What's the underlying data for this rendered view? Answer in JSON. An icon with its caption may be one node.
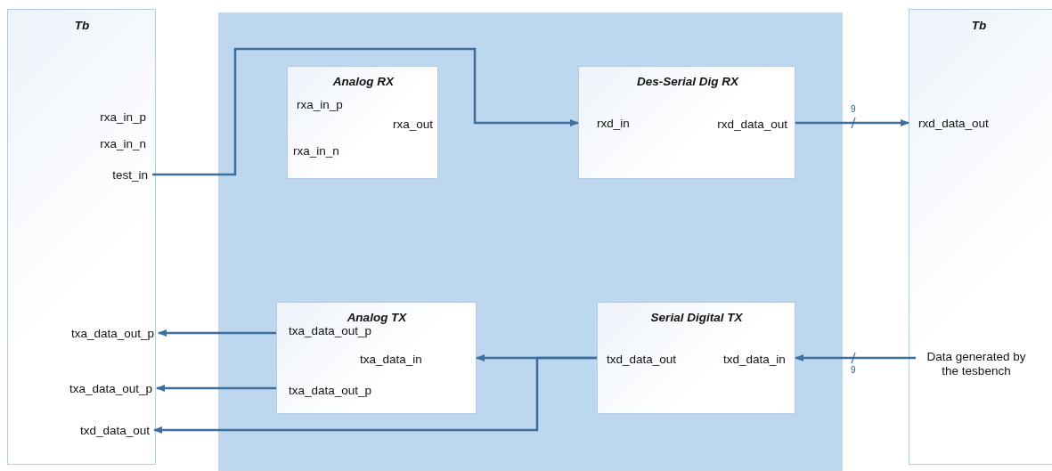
{
  "diagram": {
    "nodes": [
      {
        "text": [
          "Tb",
          "rxa_in_p",
          "rxa_in_n"
        ]
      },
      {
        "text": [
          "test_in"
        ],
        "in": 0
      },
      {
        "text": [
          "txa_data_out_p"
        ],
        "in": 0
      },
      {
        "text": [
          "txa_data_out_p"
        ],
        "in": 0
      },
      {
        "text": [
          "txd_data_out"
        ],
        "in": 0
      },
      {
        "text": [],
        "shape": "box"
      },
      {
        "text": [
          "Analog RX",
          "rxa_in_p",
          "rxa_out",
          "rxa_in_n"
        ],
        "in": 5
      },
      {
        "text": [
          "Des-Serial Dig RX",
          "rxd_in",
          "rxd_data_out"
        ],
        "in": 5
      },
      {
        "text": [
          "Analog TX",
          "txa_data_out_p",
          "txa_data_in",
          "txa_data_out_p"
        ],
        "in": 5
      },
      {
        "text": [
          "Serial Digital TX",
          "txd_data_out",
          "txd_data_in"
        ],
        "in": 5
      },
      {
        "text": [
          "Tb",
          "rxd_data_out"
        ]
      },
      {
        "text": [
          "Data generated by the tesbench"
        ],
        "in": 10
      }
    ],
    "edges": [
      {
        "from": 1,
        "to": 7,
        "arrow": "to"
      },
      {
        "from": 7,
        "to": 10,
        "arrow": "to",
        "label": "9"
      },
      {
        "from": 11,
        "to": 9,
        "arrow": "to",
        "label": "9"
      },
      {
        "from": 9,
        "to": 8,
        "arrow": "to"
      },
      {
        "from": 8,
        "to": 2,
        "arrow": "to"
      },
      {
        "from": 8,
        "to": 3,
        "arrow": "to"
      },
      {
        "from": 9,
        "to": 4,
        "arrow": "to"
      }
    ]
  }
}
